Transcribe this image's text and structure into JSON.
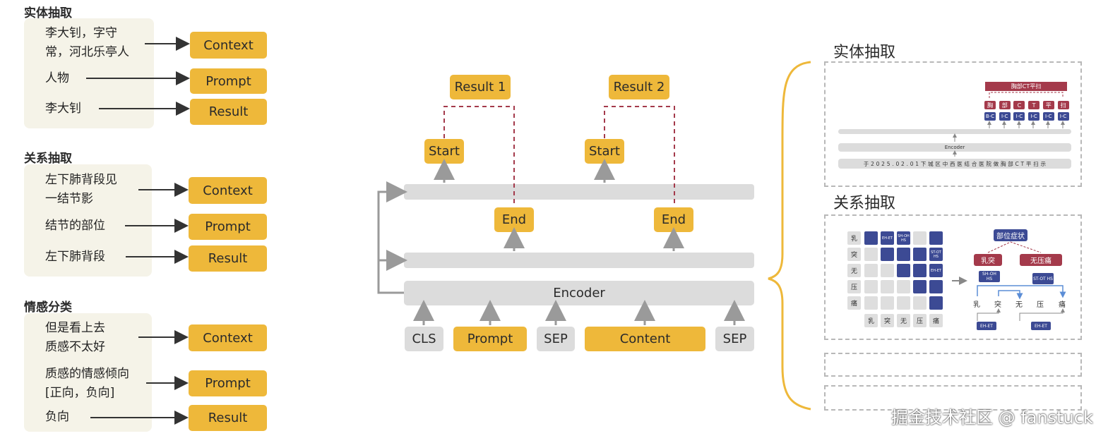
{
  "tasks": [
    {
      "title": "实体抽取",
      "context": "李大钊，字守\n常，河北乐亭人",
      "prompt": "人物",
      "result": "李大钊",
      "labels": {
        "context": "Context",
        "prompt": "Prompt",
        "result": "Result"
      }
    },
    {
      "title": "关系抽取",
      "context": "左下肺背段见\n一结节影",
      "prompt": "结节的部位",
      "result": "左下肺背段",
      "labels": {
        "context": "Context",
        "prompt": "Prompt",
        "result": "Result"
      }
    },
    {
      "title": "情感分类",
      "context": "但是看上去\n质感不太好",
      "prompt": "质感的情感倾向\n[正向，负向]",
      "result": "负向",
      "labels": {
        "context": "Context",
        "prompt": "Prompt",
        "result": "Result"
      }
    }
  ],
  "model": {
    "encoder": "Encoder",
    "inputs": [
      "CLS",
      "Prompt",
      "SEP",
      "Content",
      "SEP"
    ],
    "start_label": "Start",
    "end_label": "End",
    "result1": "Result 1",
    "result2": "Result 2"
  },
  "right": {
    "entity_caption": "实体抽取",
    "relation_caption": "关系抽取",
    "entity_mini": {
      "header": "胸部CT平扫",
      "chars": [
        "胸",
        "部",
        "C",
        "T",
        "平",
        "扫"
      ],
      "tags": [
        "B-C",
        "I-C",
        "I-C",
        "I-C",
        "I-C",
        "I-C"
      ],
      "encoder": "Encoder",
      "sentence": "于 2 0 2 5 . 0 2 . 0 1 下 城 区 中 西 医 结 合 医 院 做 胸 部 C T 平 扫 示"
    },
    "relation_mini": {
      "rows": [
        "乳",
        "突",
        "无",
        "压",
        "痛"
      ],
      "cols": [
        "乳",
        "突",
        "无",
        "压",
        "痛"
      ],
      "cell_labels": {
        "r0c1": "EH-ET",
        "r0c2": "SH-OH HS",
        "r1c4": "ST-OT HS",
        "r2c4": "EH-ET"
      },
      "root": "部位症状",
      "left_node": "乳突",
      "right_node": "无压痛",
      "left_tag": "SH-OH HS",
      "right_tag": "ST-OT HS",
      "seq": [
        "乳",
        "突",
        "无",
        "压",
        "痛"
      ],
      "bottom_left_tag": "EH-ET",
      "bottom_right_tag": "EH-ET"
    }
  },
  "watermark": "掘金技术社区 @ fanstuck",
  "colors": {
    "gold": "#eeb83a",
    "gray": "#dcdcdc",
    "panel": "#f5f3e8",
    "navy": "#3c4a94",
    "maroon": "#a43a4b",
    "brace": "#eeb83a"
  }
}
